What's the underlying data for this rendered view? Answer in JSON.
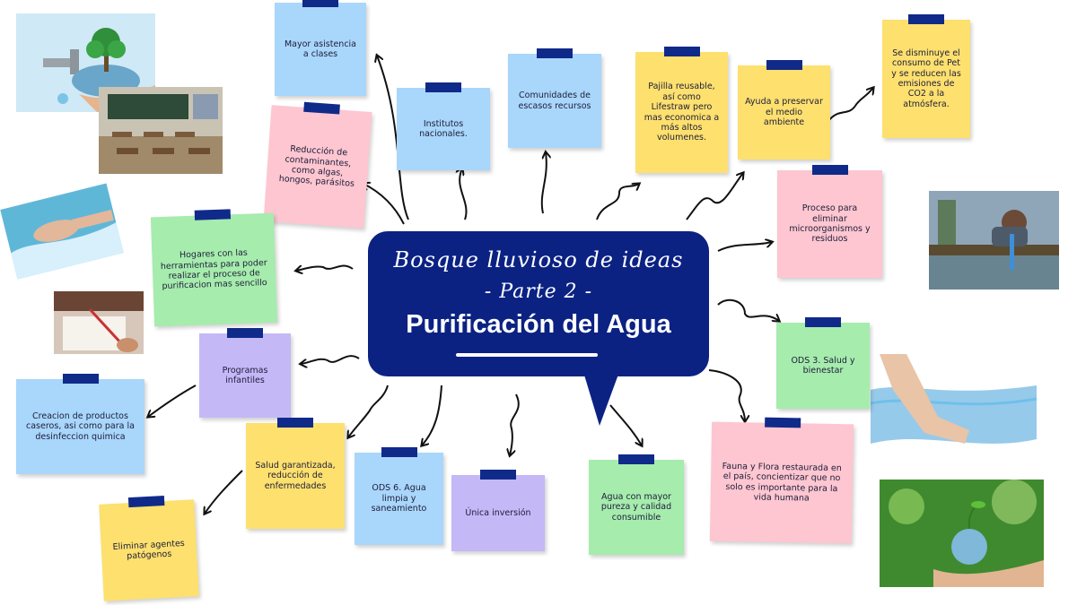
{
  "center": {
    "script_line1": "Bosque lluvioso de ideas",
    "script_line2": "- Parte 2 -",
    "main_title": "Purificación del Agua"
  },
  "notes": [
    {
      "id": "mayor-asistencia",
      "text": "Mayor asistencia a clases",
      "color": "blue"
    },
    {
      "id": "institutos",
      "text": "Institutos nacionales.",
      "color": "blue"
    },
    {
      "id": "comunidades",
      "text": "Comunidades de escasos recursos",
      "color": "blue"
    },
    {
      "id": "pajilla",
      "text": "Pajilla reusable, así como Lifestraw pero mas economica a más altos volumenes.",
      "color": "yellow"
    },
    {
      "id": "preservar",
      "text": "Ayuda a preservar el medio ambiente",
      "color": "yellow"
    },
    {
      "id": "pet",
      "text": "Se disminuye el consumo de Pet y se reducen las emisiones de CO2 a la atmósfera.",
      "color": "yellow"
    },
    {
      "id": "reduccion",
      "text": "Reducción de contaminantes, como algas, hongos, parásitos",
      "color": "pink"
    },
    {
      "id": "hogares",
      "text": "Hogares con las herramientas para poder realizar el proceso de purificacion mas sencillo",
      "color": "green"
    },
    {
      "id": "proceso",
      "text": "Proceso para eliminar microorganismos y residuos",
      "color": "pink"
    },
    {
      "id": "programas",
      "text": "Programas infantiles",
      "color": "purple"
    },
    {
      "id": "ods3",
      "text": "ODS 3. Salud y bienestar",
      "color": "green"
    },
    {
      "id": "creacion",
      "text": "Creacion de productos caseros, asi como para la desinfeccion quimica",
      "color": "blue"
    },
    {
      "id": "salud",
      "text": "Salud garantizada, reducción de enfermedades",
      "color": "yellow"
    },
    {
      "id": "ods6",
      "text": "ODS 6. Agua limpia y saneamiento",
      "color": "blue"
    },
    {
      "id": "unica",
      "text": "Única inversión",
      "color": "purple"
    },
    {
      "id": "agua-mayor",
      "text": "Agua con mayor pureza y calidad consumible",
      "color": "green"
    },
    {
      "id": "fauna",
      "text": "Fauna y Flora restaurada en el país, concientizar que no solo es importante para la vida humana",
      "color": "pink"
    },
    {
      "id": "eliminar",
      "text": "Eliminar agentes patógenos",
      "color": "yellow"
    }
  ],
  "photos": [
    {
      "id": "tap-tree-photo",
      "subject": "hand-with-tap-and-tree"
    },
    {
      "id": "classroom-photo",
      "subject": "classroom"
    },
    {
      "id": "hands-water-photo",
      "subject": "hands-in-water"
    },
    {
      "id": "writing-photo",
      "subject": "child-writing"
    },
    {
      "id": "lifestraw-photo",
      "subject": "boy-drinking-lifestraw"
    },
    {
      "id": "water-hand-photo",
      "subject": "hand-touching-water"
    },
    {
      "id": "globe-photo",
      "subject": "hands-holding-globe-plant"
    }
  ],
  "colors": {
    "navy": "#0b2283",
    "tape": "#102a8a",
    "yellow": "#fde06e",
    "blue": "#a9d6fb",
    "pink": "#fdc6d0",
    "green": "#a6ecad",
    "purple": "#c5b8f7"
  }
}
